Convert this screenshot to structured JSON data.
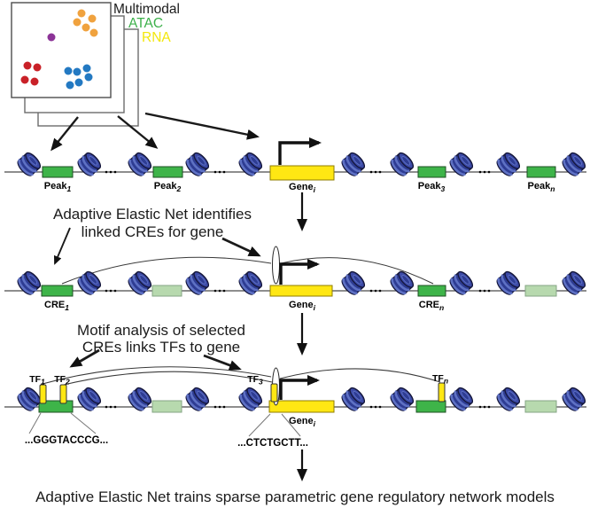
{
  "palette": {
    "nucleosome_blue": "#2e3c93",
    "nucleosome_highlight": "#5e71c4",
    "peak_green": "#3eb449",
    "unselected_peak_green": "#b7d9ae",
    "gene_yellow": "#ffe713",
    "arrow_black": "#111111",
    "dot_orange": "#f0a23e",
    "dot_red": "#c92128",
    "dot_blue": "#2379c2",
    "dot_purple": "#8c3397"
  },
  "stack": {
    "labels": [
      {
        "text": "Multimodal",
        "color": "#1c1c1c"
      },
      {
        "text": "ATAC",
        "color": "#3cb04a"
      },
      {
        "text": "RNA",
        "color": "#f3e70c"
      }
    ]
  },
  "step1": {
    "peaks": [
      {
        "base": "Peak",
        "sub": "1"
      },
      {
        "base": "Peak",
        "sub": "2"
      },
      {
        "base": "Peak",
        "sub": "3"
      },
      {
        "base": "Peak",
        "sub": "n"
      }
    ],
    "gene": {
      "base": "Gene",
      "sub": "i"
    }
  },
  "step2": {
    "caption_line1": "Adaptive Elastic Net identifies",
    "caption_line2": "linked CREs for gene",
    "cre_first": {
      "base": "CRE",
      "sub": "1"
    },
    "cre_last": {
      "base": "CRE",
      "sub": "n"
    },
    "gene": {
      "base": "Gene",
      "sub": "i"
    }
  },
  "step3": {
    "caption_line1": "Motif analysis of selected",
    "caption_line2": "CREs links TFs to gene",
    "tfs": [
      {
        "base": "TF",
        "sub": "1"
      },
      {
        "base": "TF",
        "sub": "2"
      },
      {
        "base": "TF",
        "sub": "3"
      },
      {
        "base": "TF",
        "sub": "n"
      }
    ],
    "gene": {
      "base": "Gene",
      "sub": "i"
    },
    "motif_left": "...GGGTACCCG...",
    "motif_right": "...CTCTGCTT..."
  },
  "footer": {
    "caption": "Adaptive Elastic Net trains sparse parametric gene regulatory network models"
  }
}
